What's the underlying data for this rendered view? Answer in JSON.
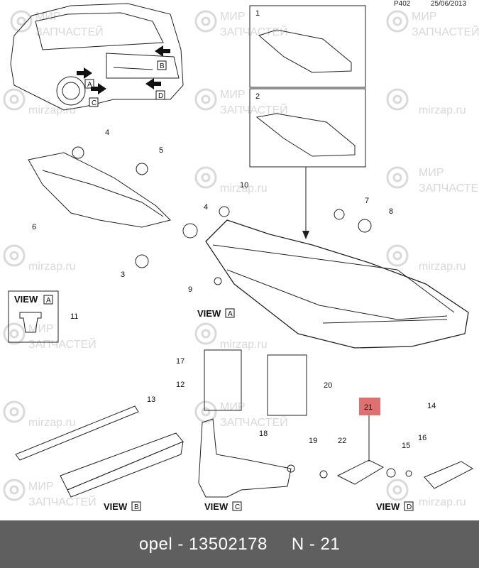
{
  "header": {
    "page": "P402",
    "date": "25/06/2013"
  },
  "callouts": [
    "1",
    "2",
    "3",
    "4",
    "4",
    "5",
    "6",
    "7",
    "8",
    "9",
    "10",
    "11",
    "12",
    "13",
    "14",
    "15",
    "16",
    "17",
    "18",
    "19",
    "20",
    "22"
  ],
  "highlight": {
    "label": "21",
    "color": "#e07070"
  },
  "views": {
    "a": {
      "word": "VIEW",
      "letter": "A"
    },
    "a_detail": {
      "word": "VIEW",
      "letter": "A"
    },
    "b": {
      "word": "VIEW",
      "letter": "B"
    },
    "c": {
      "word": "VIEW",
      "letter": "C"
    },
    "d": {
      "word": "VIEW",
      "letter": "D"
    }
  },
  "car_markers": [
    "A",
    "B",
    "C",
    "D"
  ],
  "watermarks": [
    "МИР",
    "ЗАПЧАСТЕЙ",
    "mirzap.ru"
  ],
  "footer": {
    "part": "opel - 13502178",
    "ref": "N - 21"
  },
  "colors": {
    "footer_bg": "#5f5f5f",
    "highlight": "#e07070",
    "watermark": "#d9d9d9"
  }
}
